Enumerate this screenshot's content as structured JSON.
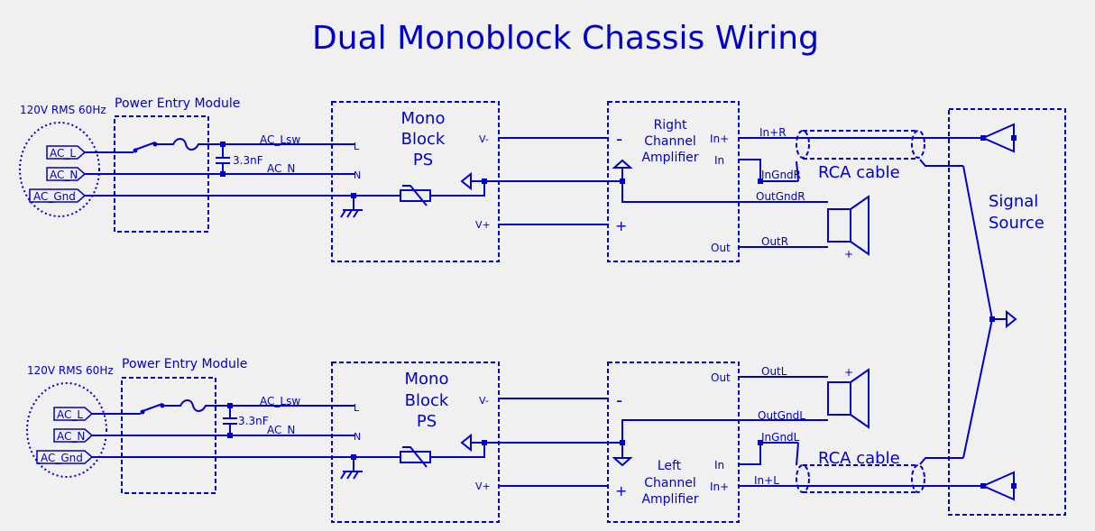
{
  "title": "Dual Monoblock Chassis Wiring",
  "upper": {
    "source_label": "120V RMS 60Hz",
    "pem_label": "Power Entry Module",
    "terminals": [
      "AC_L",
      "AC_N",
      "AC_Gnd"
    ],
    "cap_label": "3.3nF",
    "wire_lsw": "AC_Lsw",
    "wire_n": "AC_N",
    "pin_l": "L",
    "pin_n": "N",
    "ps": {
      "line1": "Mono",
      "line2": "Block",
      "line3": "PS",
      "vminus": "V-",
      "vplus": "V+"
    },
    "amp": {
      "line1": "Right",
      "line2": "Channel",
      "line3": "Amplifier",
      "minus": "-",
      "plus": "+",
      "in_plus": "In+",
      "in": "In",
      "out": "Out"
    },
    "net_in_plus": "In+R",
    "net_in_gnd": "InGndR",
    "net_out_gnd": "OutGndR",
    "net_out": "OutR",
    "spk_plus": "+",
    "rca": "RCA cable"
  },
  "lower": {
    "source_label": "120V RMS 60Hz",
    "pem_label": "Power Entry Module",
    "terminals": [
      "AC_L",
      "AC_N",
      "AC_Gnd"
    ],
    "cap_label": "3.3nF",
    "wire_lsw": "AC_Lsw",
    "wire_n": "AC_N",
    "pin_l": "L",
    "pin_n": "N",
    "ps": {
      "line1": "Mono",
      "line2": "Block",
      "line3": "PS",
      "vminus": "V-",
      "vplus": "V+"
    },
    "amp": {
      "line1": "Left",
      "line2": "Channel",
      "line3": "Amplifier",
      "minus": "-",
      "plus": "+",
      "in_plus": "In+",
      "in": "In",
      "out": "Out"
    },
    "net_in_plus": "In+L",
    "net_in_gnd": "InGndL",
    "net_out_gnd": "OutGndL",
    "net_out": "OutL",
    "spk_plus": "+",
    "rca": "RCA cable"
  },
  "signal_source": {
    "line1": "Signal",
    "line2": "Source"
  },
  "colors": {
    "ink": "#0000c8",
    "background": "#f0f0f0"
  }
}
